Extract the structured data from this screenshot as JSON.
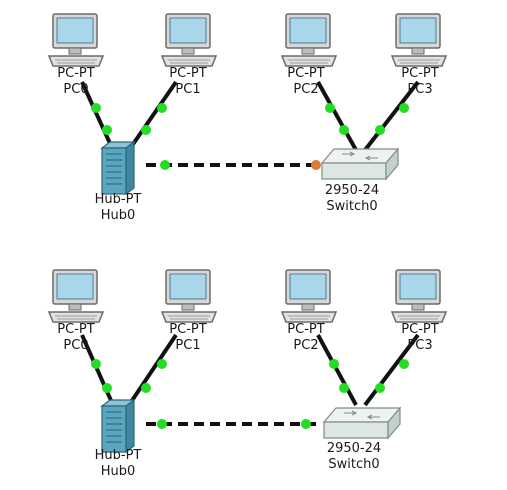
{
  "topology_a": {
    "pcs": [
      {
        "type": "PC-PT",
        "name": "PC0"
      },
      {
        "type": "PC-PT",
        "name": "PC1"
      },
      {
        "type": "PC-PT",
        "name": "PC2"
      },
      {
        "type": "PC-PT",
        "name": "PC3"
      }
    ],
    "hub": {
      "type": "Hub-PT",
      "name": "Hub0"
    },
    "switch": {
      "type": "2950-24",
      "name": "Switch0",
      "uplink_port_state": "blocking"
    }
  },
  "topology_b": {
    "pcs": [
      {
        "type": "PC-PT",
        "name": "PC0"
      },
      {
        "type": "PC-PT",
        "name": "PC1"
      },
      {
        "type": "PC-PT",
        "name": "PC2"
      },
      {
        "type": "PC-PT",
        "name": "PC3"
      }
    ],
    "hub": {
      "type": "Hub-PT",
      "name": "Hub0"
    },
    "switch": {
      "type": "2950-24",
      "name": "Switch0",
      "uplink_port_state": "forwarding"
    }
  },
  "colors": {
    "link_up": "#22dd22",
    "link_blocking": "#e07a3a",
    "cable": "#111111",
    "crossover_cable": "#111111",
    "pc_screen": "#a9d6ea",
    "pc_body": "#d8d8d8",
    "hub_body": "#5aa6bf",
    "switch_body": "#dce7e4"
  },
  "icons": {
    "pc": "desktop-pc-icon",
    "hub": "hub-icon",
    "switch": "switch-icon"
  }
}
